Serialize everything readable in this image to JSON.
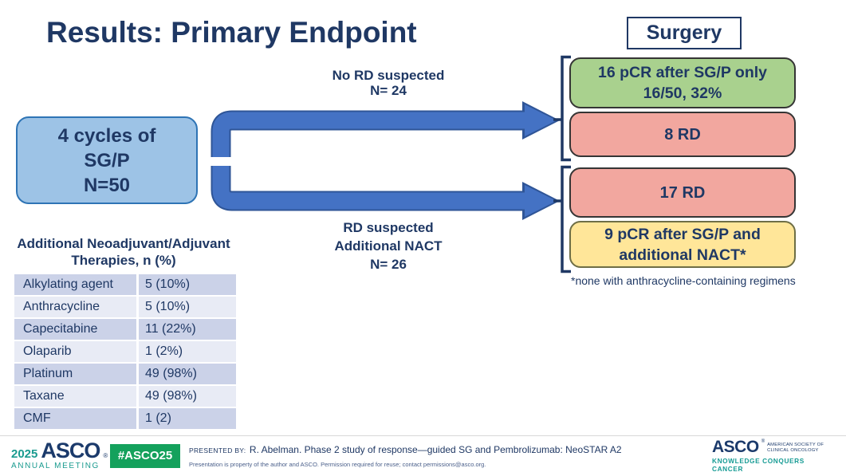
{
  "colors": {
    "navy": "#1F3864",
    "arrow_blue": "#4472C4",
    "arrow_outline": "#2F5597",
    "start_box_fill": "#9DC3E6",
    "start_box_border": "#2E74B5",
    "green_fill": "#A9D18E",
    "pink_fill": "#F2A79F",
    "yellow_fill": "#FFE699",
    "table_row_dark": "#CBD2E8",
    "table_row_light": "#E8EBF5",
    "teal": "#1A9B8F",
    "hashtag_green": "#14A15C"
  },
  "title": "Results: Primary Endpoint",
  "surgery_label": "Surgery",
  "flow": {
    "start_box": {
      "line1": "4 cycles of",
      "line2": "SG/P",
      "line3": "N=50"
    },
    "top_branch": {
      "line1": "No RD suspected",
      "line2": "N= 24"
    },
    "bottom_branch": {
      "line1": "RD suspected",
      "line2": "Additional NACT",
      "line3": "N= 26"
    },
    "outcome_green": {
      "line1": "16 pCR after SG/P only",
      "line2": "16/50, 32%"
    },
    "outcome_rd_top": "8 RD",
    "outcome_rd_bottom": "17 RD",
    "outcome_yellow": {
      "line1": "9 pCR after SG/P and",
      "line2": "additional NACT*"
    },
    "footnote": "*none with anthracycline-containing regimens"
  },
  "table": {
    "title_line1": "Additional Neoadjuvant/Adjuvant",
    "title_line2": "Therapies, n (%)",
    "rows": [
      {
        "label": "Alkylating agent",
        "value": "5 (10%)"
      },
      {
        "label": "Anthracycline",
        "value": "5 (10%)"
      },
      {
        "label": "Capecitabine",
        "value": "11 (22%)"
      },
      {
        "label": "Olaparib",
        "value": "1 (2%)"
      },
      {
        "label": "Platinum",
        "value": "49 (98%)"
      },
      {
        "label": "Taxane",
        "value": "49 (98%)"
      },
      {
        "label": "CMF",
        "value": "1 (2)"
      }
    ]
  },
  "footer": {
    "meeting_year": "2025",
    "meeting_org": "ASCO",
    "logo_mark": "®",
    "meeting_name": "ANNUAL MEETING",
    "hashtag": "#ASCO25",
    "presented_by_label": "PRESENTED BY:",
    "presented_by_text": "R. Abelman. Phase 2 study of response—guided SG and Pembrolizumab: NeoSTAR A2",
    "disclaimer": "Presentation is property of the author and ASCO. Permission required for reuse; contact permissions@asco.org.",
    "logo_org": "ASCO",
    "logo_sub_line1": "AMERICAN SOCIETY OF",
    "logo_sub_line2": "CLINICAL ONCOLOGY",
    "logo_tagline": "KNOWLEDGE CONQUERS CANCER"
  }
}
